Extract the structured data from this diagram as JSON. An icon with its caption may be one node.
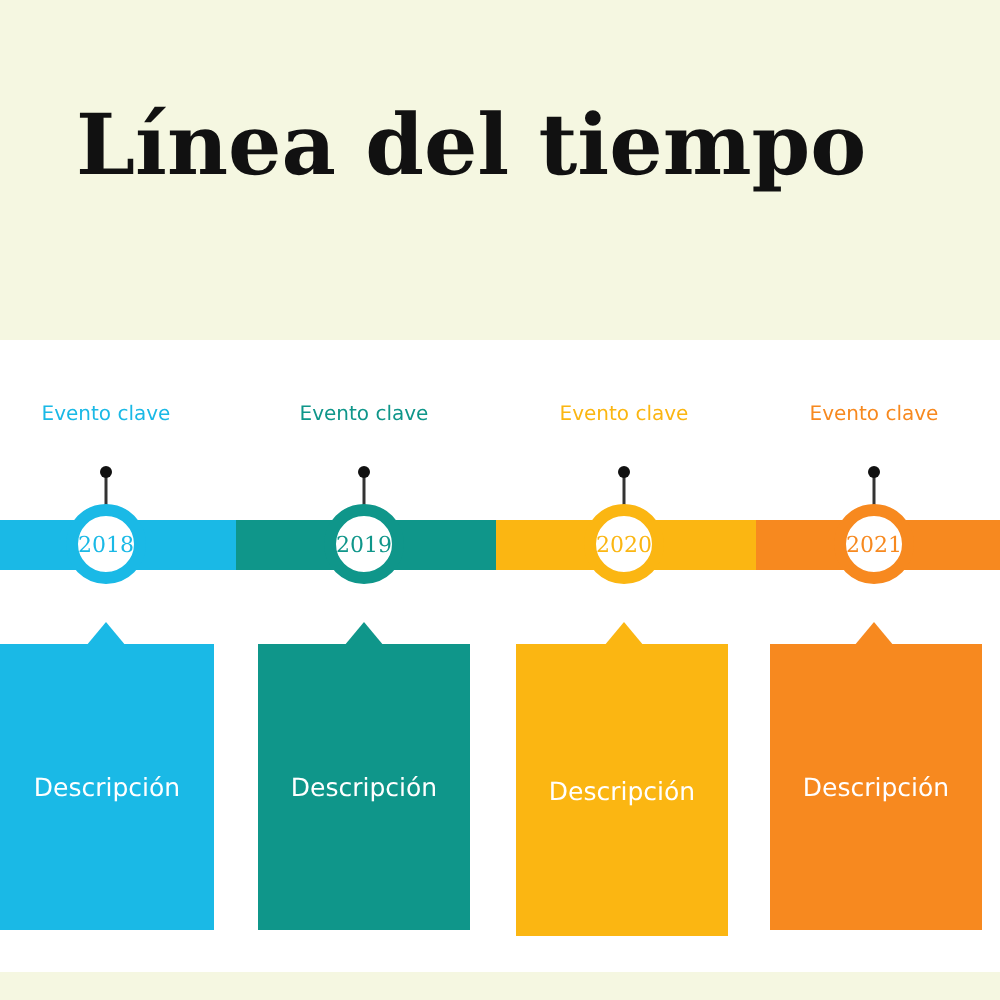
{
  "diagram": {
    "title": "Línea del tiempo",
    "nodes": [
      {
        "text": [
          "2018"
        ]
      },
      {
        "text": [
          "2019"
        ]
      },
      {
        "text": [
          "2020"
        ]
      },
      {
        "text": [
          "2021"
        ]
      },
      {
        "text": [
          "Descripción"
        ]
      },
      {
        "text": [
          "Descripción"
        ]
      },
      {
        "text": [
          "Descripción"
        ]
      },
      {
        "text": [
          "Descripción"
        ]
      }
    ],
    "labels": [
      "Evento clave",
      "Evento clave",
      "Evento clave",
      "Evento clave"
    ]
  }
}
